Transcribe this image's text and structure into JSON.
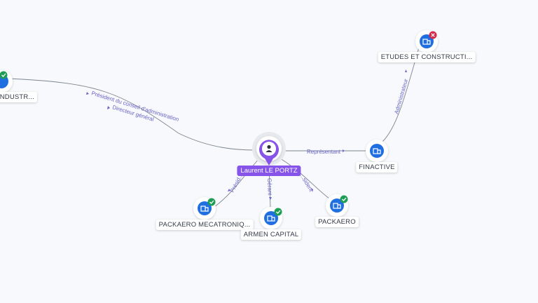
{
  "person": {
    "name": "Laurent LE PORTZ",
    "icon": "person-icon",
    "color": "#8654e8"
  },
  "companies": [
    {
      "key": "etudes",
      "name": "ETUDES ET CONSTRUCTI...",
      "status": "closed",
      "icon": "building-icon"
    },
    {
      "key": "industr",
      "name": "U INDUSTR...",
      "status": "active",
      "icon": "building-icon"
    },
    {
      "key": "finactive",
      "name": "FINACTIVE",
      "status": "none",
      "icon": "building-icon"
    },
    {
      "key": "packaero_meca",
      "name": "PACKAERO MECATRONIQ...",
      "status": "active",
      "icon": "building-icon"
    },
    {
      "key": "armen",
      "name": "ARMEN CAPITAL",
      "status": "active",
      "icon": "building-icon"
    },
    {
      "key": "packaero",
      "name": "PACKAERO",
      "status": "active",
      "icon": "building-icon"
    }
  ],
  "relations": {
    "industr_1": "Président du conseil d'administration",
    "industr_2": "Directeur général",
    "finactive": "Représentant",
    "etudes": "Administrateur",
    "packaero_meca": "Présid...",
    "armen": "Gérant",
    "packaero": "...sident"
  },
  "colors": {
    "company_blue": "#1f6fe0",
    "active_green": "#1f9d55",
    "closed_red": "#d62a4b",
    "edge_label": "#6a64c8"
  }
}
